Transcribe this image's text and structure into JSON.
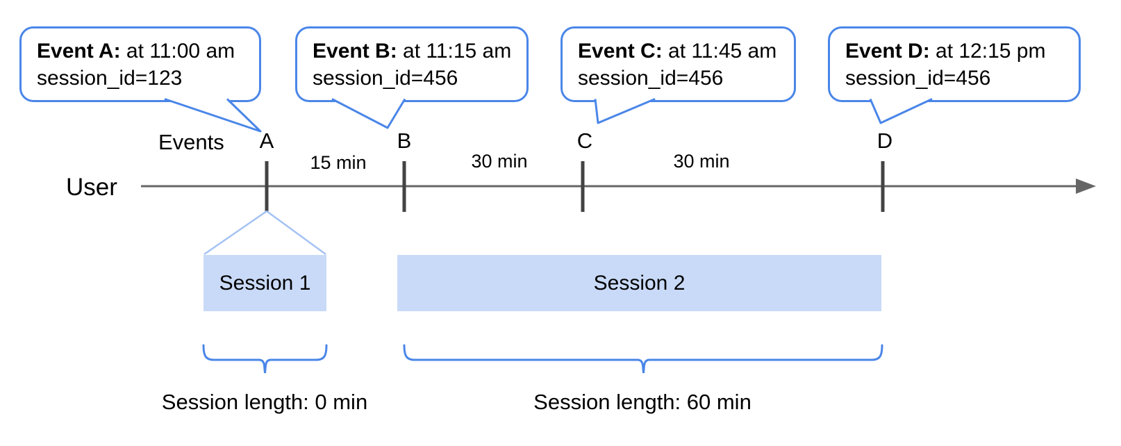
{
  "axis": {
    "events_label": "Events",
    "user_label": "User"
  },
  "events": [
    {
      "id": "A",
      "bubble_bold": "Event A:",
      "bubble_time": " at 11:00 am",
      "bubble_line2": "session_id=123"
    },
    {
      "id": "B",
      "bubble_bold": "Event B:",
      "bubble_time": " at 11:15 am",
      "bubble_line2": "session_id=456"
    },
    {
      "id": "C",
      "bubble_bold": "Event C:",
      "bubble_time": " at 11:45 am",
      "bubble_line2": "session_id=456"
    },
    {
      "id": "D",
      "bubble_bold": "Event D:",
      "bubble_time": " at 12:15 pm",
      "bubble_line2": "session_id=456"
    }
  ],
  "intervals": [
    {
      "label": "15 min"
    },
    {
      "label": "30 min"
    },
    {
      "label": "30 min"
    }
  ],
  "sessions": [
    {
      "label": "Session 1",
      "length_label": "Session length: 0 min"
    },
    {
      "label": "Session 2",
      "length_label": "Session length: 60 min"
    }
  ],
  "colors": {
    "accent_blue": "#4a86e8",
    "light_blue": "#a4c2f4",
    "bar_fill": "#c9daf8",
    "line_gray": "#666666",
    "tick_gray": "#434343",
    "text_black": "#000000"
  }
}
